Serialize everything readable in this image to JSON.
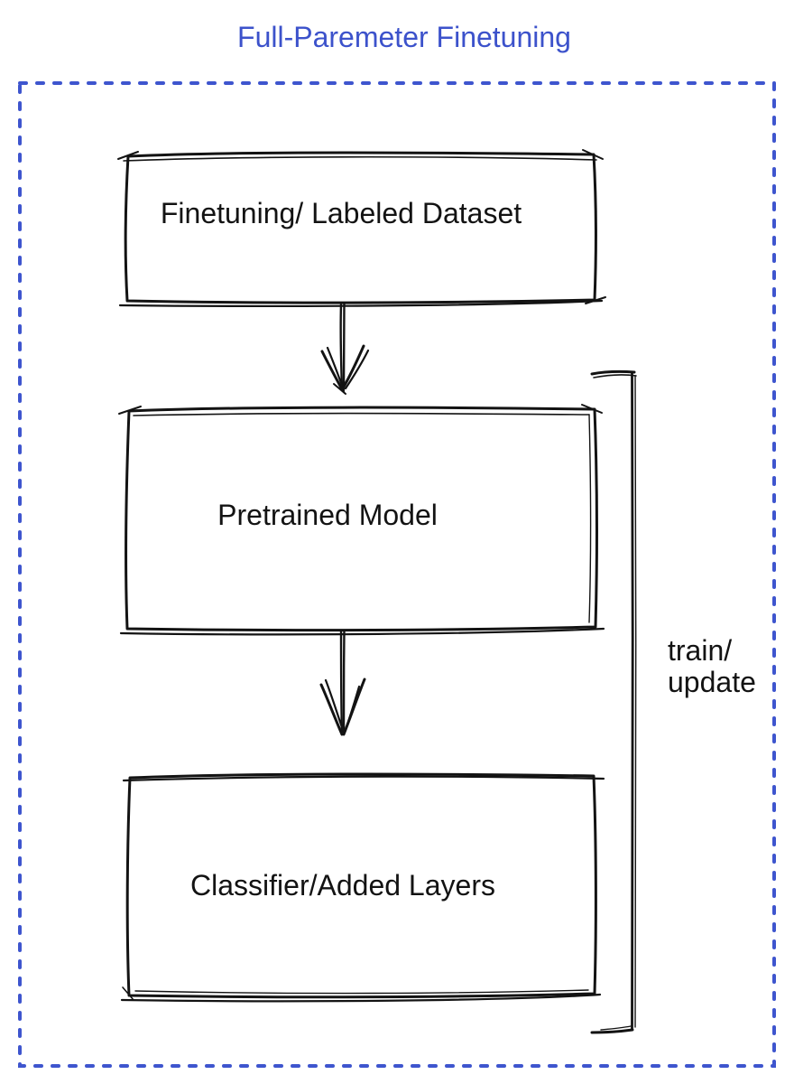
{
  "diagram": {
    "title": "Full-Paremeter Finetuning",
    "title_color": "#3c52cb",
    "frame_color": "#3e55ce",
    "ink_color": "#131313",
    "nodes": [
      {
        "id": "finetuning-dataset",
        "label": "Finetuning/ Labeled Dataset",
        "fill": "#8b929e"
      },
      {
        "id": "pretrained-model",
        "label": "Pretrained Model",
        "fill": "#4a73e8"
      },
      {
        "id": "classifier-added-layers",
        "label": "Classifier/Added Layers",
        "fill": "#3ebc5e"
      }
    ],
    "arrows": [
      {
        "from": "finetuning-dataset",
        "to": "pretrained-model"
      },
      {
        "from": "pretrained-model",
        "to": "classifier-added-layers"
      }
    ],
    "bracket": {
      "label_line1": "train/",
      "label_line2": "update"
    }
  }
}
